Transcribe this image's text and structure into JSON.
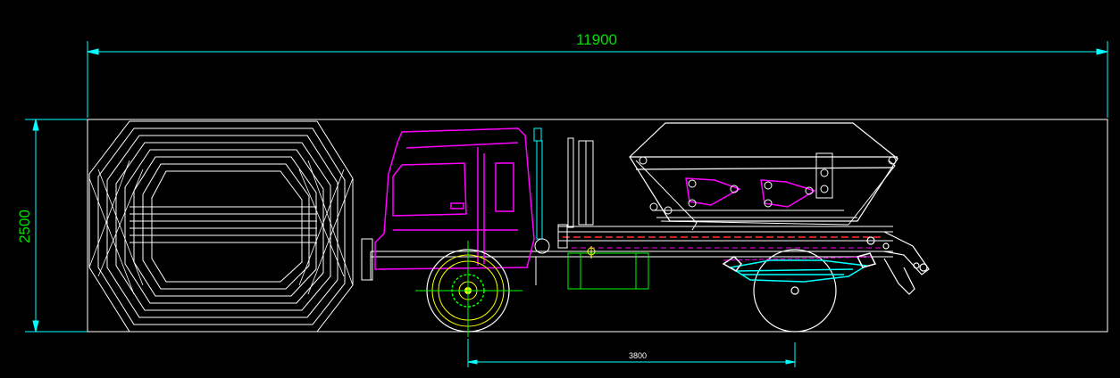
{
  "dimensions": {
    "overall_length": "11900",
    "overall_height": "2500",
    "wheelbase": "3800"
  },
  "colors": {
    "background": "#000000",
    "outline": "#ffffff",
    "dimension": "#00ffff",
    "dimension_text": "#00e000",
    "cab": "#ff00ff",
    "accent": "#ffff00",
    "hydraulic": "#00ffff",
    "hidden_line": "#00ff00",
    "frame_hidden": "#ff3333"
  }
}
